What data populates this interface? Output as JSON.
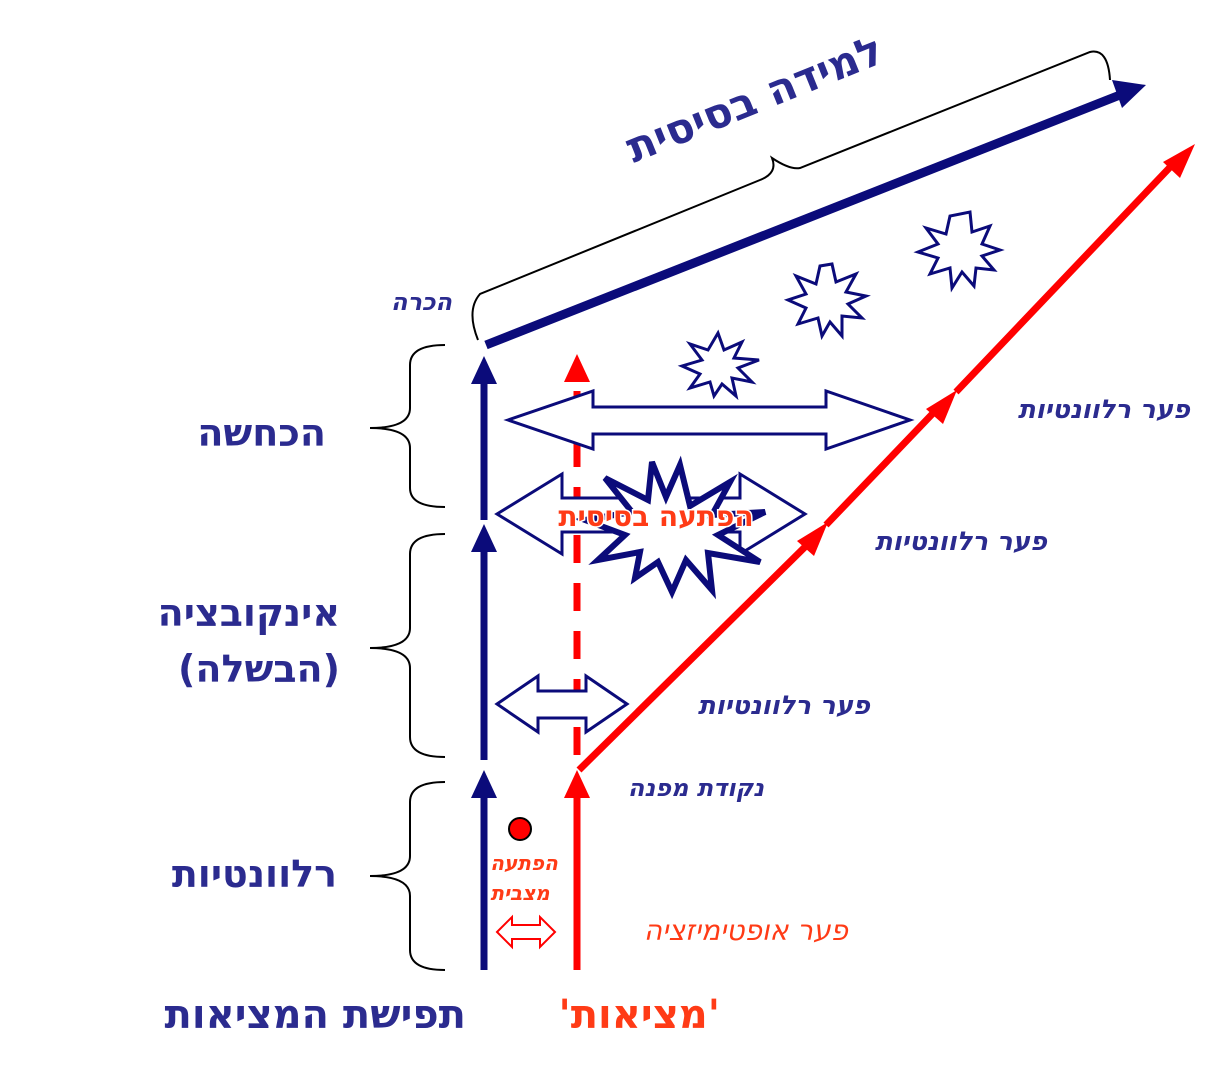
{
  "colors": {
    "navy": "#0b0b7a",
    "label_blue": "#2b2b8f",
    "red": "#ff0000",
    "orange_red": "#ff3b16"
  },
  "diagram": {
    "title": "למידה בסיסית",
    "stages": {
      "recognition": "הכרה",
      "sensing": "הכחשה",
      "incubation_line1": "אינקובציה",
      "incubation_line2": "(הבשלה)",
      "relevance": "רלוונטיות"
    },
    "bottom": {
      "perception": "תפישת המציאות",
      "reality": "'מציאות'"
    },
    "gaps": {
      "relevance_gap_1": "פער רלוונטיות",
      "relevance_gap_2": "פער רלוונטיות",
      "relevance_gap_3": "פער רלוונטיות",
      "optimization_gap": "פער אופטימיזציה",
      "turning_point": "נקודת מפנה"
    },
    "surprises": {
      "basic": "הפתעה בסיסית",
      "situational_line1": "הפתעה",
      "situational_line2": "מצבית"
    },
    "icons": [
      "explosion-icon",
      "double-arrow-icon",
      "brace-icon",
      "dot-icon"
    ]
  }
}
